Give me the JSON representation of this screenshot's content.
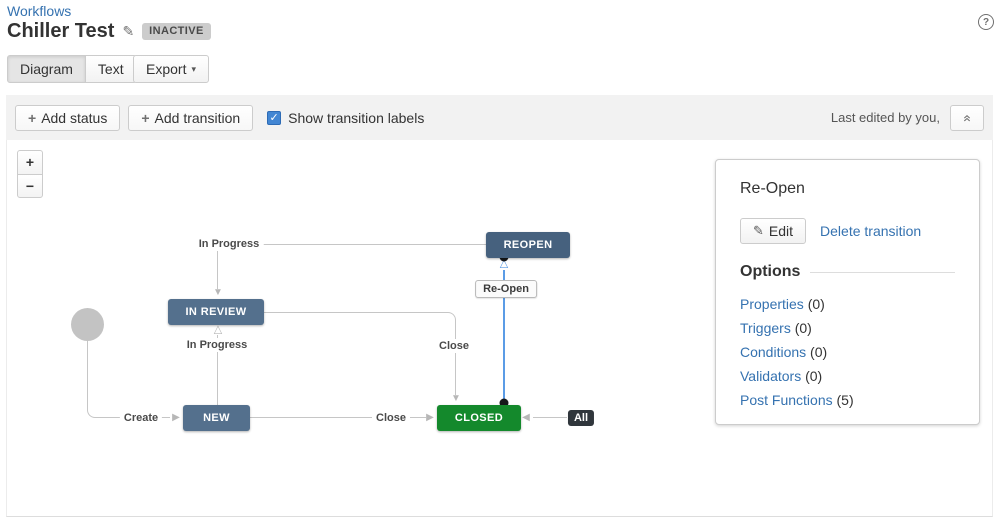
{
  "header": {
    "breadcrumb": "Workflows",
    "title": "Chiller Test",
    "status_badge": "INACTIVE",
    "help_icon": "?"
  },
  "view_tabs": {
    "diagram": "Diagram",
    "text": "Text",
    "export": "Export"
  },
  "icons": {
    "plus": "+",
    "pencil": "✎",
    "dropdown_caret": "▾",
    "check": "✓",
    "zoom_in": "+",
    "zoom_out": "−",
    "arrow_right": "▶",
    "arrow_left": "◀",
    "arrow_down": "▼",
    "open_triangle_up": "△"
  },
  "toolbar": {
    "add_status": "Add status",
    "add_transition": "Add transition",
    "show_transition_labels": "Show transition labels",
    "checkbox_checked": true,
    "last_edited": "Last edited by you,"
  },
  "diagram": {
    "nodes": {
      "reopen": {
        "label": "REOPEN",
        "color": "#46617e"
      },
      "in_review": {
        "label": "IN REVIEW",
        "color": "#54708d"
      },
      "new": {
        "label": "NEW",
        "color": "#54708d"
      },
      "closed": {
        "label": "CLOSED",
        "color": "#14892c"
      }
    },
    "transition_labels": {
      "in_progress_top": "In Progress",
      "in_progress_bottom": "In Progress",
      "create": "Create",
      "close_top": "Close",
      "close_bottom": "Close",
      "re_open": "Re-Open",
      "all": "All"
    },
    "selected_transition_color": "#5b9ce6"
  },
  "panel": {
    "title": "Re-Open",
    "edit_button": "Edit",
    "delete_link": "Delete transition",
    "options_heading": "Options",
    "options": [
      {
        "label": "Properties",
        "count": "(0)"
      },
      {
        "label": "Triggers",
        "count": "(0)"
      },
      {
        "label": "Conditions",
        "count": "(0)"
      },
      {
        "label": "Validators",
        "count": "(0)"
      },
      {
        "label": "Post Functions",
        "count": "(5)"
      }
    ]
  }
}
